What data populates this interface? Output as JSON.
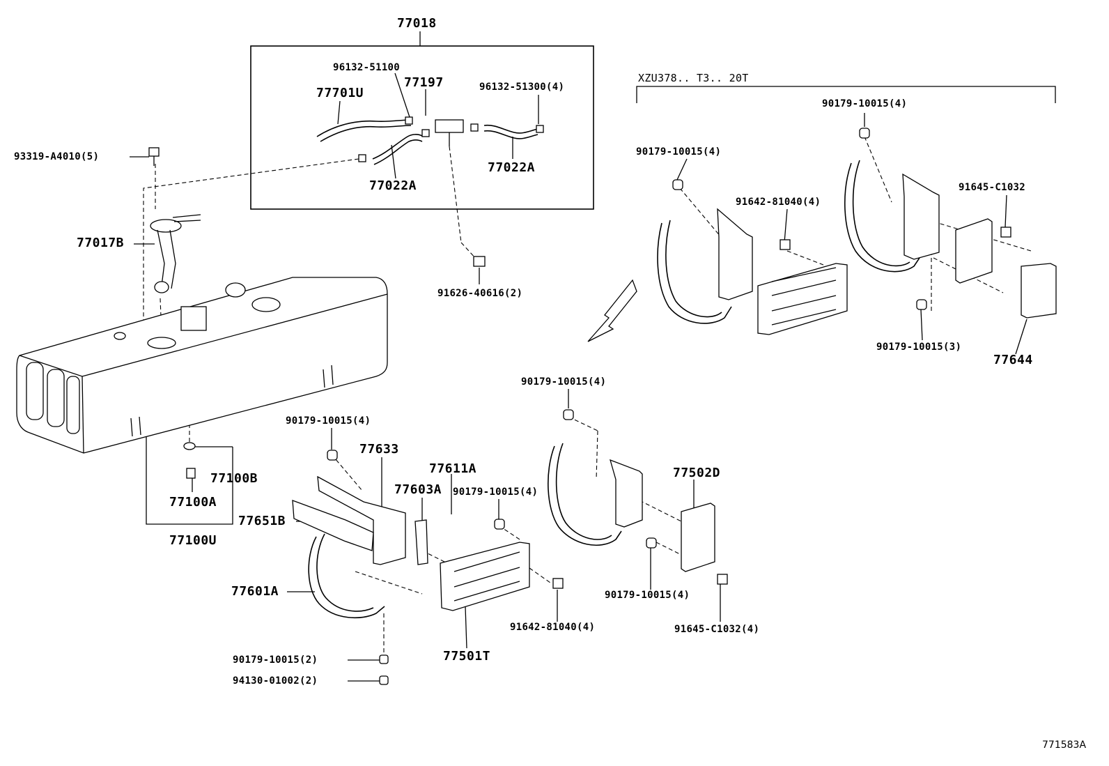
{
  "diagram": {
    "figure_code": "771583A",
    "variant_note": "XZU378.. T3.. 20T",
    "colors": {
      "ink": "#000000",
      "paper": "#ffffff"
    },
    "icons": [
      "fuel-tank-icon",
      "bracket-icon",
      "band-icon",
      "bolt-icon",
      "nut-icon",
      "hose-icon",
      "arrow-icon"
    ],
    "parts": {
      "p77018": "77018",
      "p96132_51100": "96132-51100",
      "p77197": "77197",
      "p96132_51300": "96132-51300(4)",
      "p77701U": "77701U",
      "p77022A_top": "77022A",
      "p77022A_right": "77022A",
      "p93319": "93319-A4010(5)",
      "p77017B": "77017B",
      "p91626": "91626-40616(2)",
      "p90179_top_right": "90179-10015(4)",
      "p90179_right_left": "90179-10015(4)",
      "p91642_right": "91642-81040(4)",
      "p91645_right": "91645-C1032",
      "p90179_right_3": "90179-10015(3)",
      "p77644": "77644",
      "p90179_mid_upper": "90179-10015(4)",
      "p90179_left_mid": "90179-10015(4)",
      "p77633": "77633",
      "p77611A": "77611A",
      "p77603A": "77603A",
      "p90179_mid": "90179-10015(4)",
      "p77100B": "77100B",
      "p77100A": "77100A",
      "p77651B": "77651B",
      "p77100U": "77100U",
      "p77502D": "77502D",
      "p77601A": "77601A",
      "p90179_mid_lower": "90179-10015(4)",
      "p91642_mid": "91642-81040(4)",
      "p91645_mid": "91645-C1032(4)",
      "p90179_bottom": "90179-10015(2)",
      "p94130": "94130-01002(2)",
      "p77501T": "77501T"
    }
  }
}
